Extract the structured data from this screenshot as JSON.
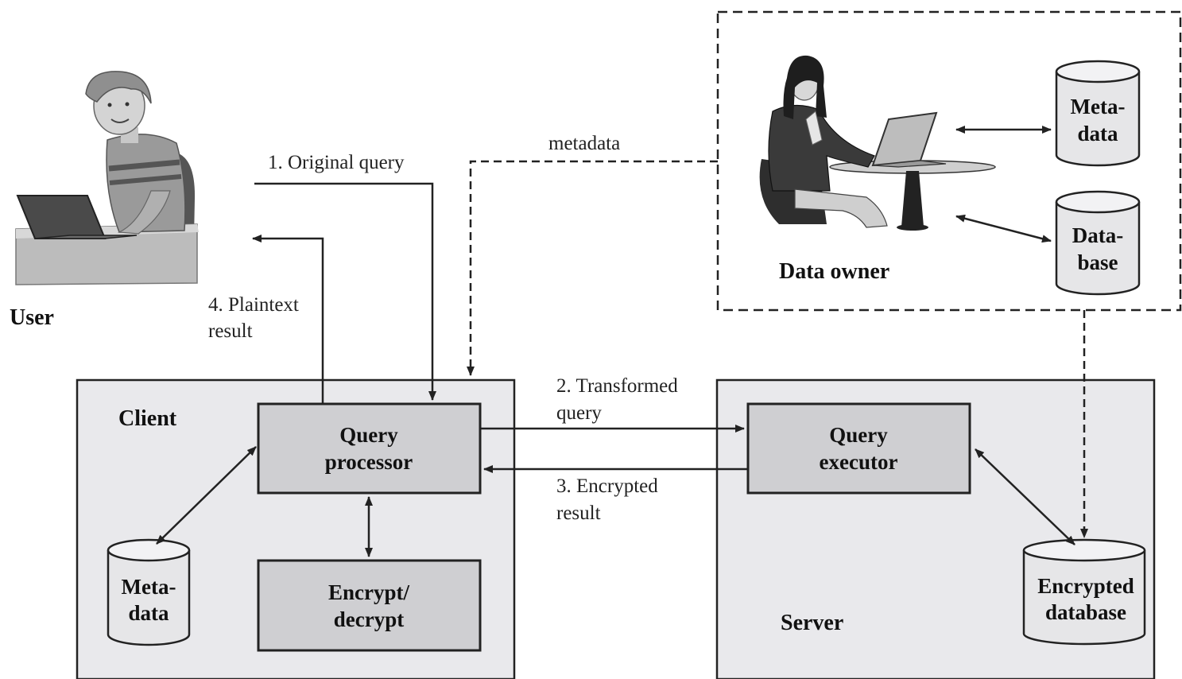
{
  "actors": {
    "user": "User",
    "data_owner": "Data owner"
  },
  "containers": {
    "client": "Client",
    "server": "Server"
  },
  "components": {
    "query_processor": [
      "Query",
      "processor"
    ],
    "encrypt_decrypt": [
      "Encrypt/",
      "decrypt"
    ],
    "query_executor": [
      "Query",
      "executor"
    ]
  },
  "stores": {
    "client_metadata": [
      "Meta-",
      "data"
    ],
    "owner_metadata": [
      "Meta-",
      "data"
    ],
    "owner_database": [
      "Data-",
      "base"
    ],
    "encrypted_database": [
      "Encrypted",
      "database"
    ]
  },
  "flows": {
    "original_query": "1. Original query",
    "transformed_query": [
      "2. Transformed",
      "query"
    ],
    "encrypted_result": [
      "3. Encrypted",
      "result"
    ],
    "plaintext_result": [
      "4. Plaintext",
      "result"
    ],
    "metadata": "metadata"
  },
  "colors": {
    "container_fill": "#e9e9ec",
    "component_fill": "#cfcfd2",
    "stroke": "#222222"
  }
}
